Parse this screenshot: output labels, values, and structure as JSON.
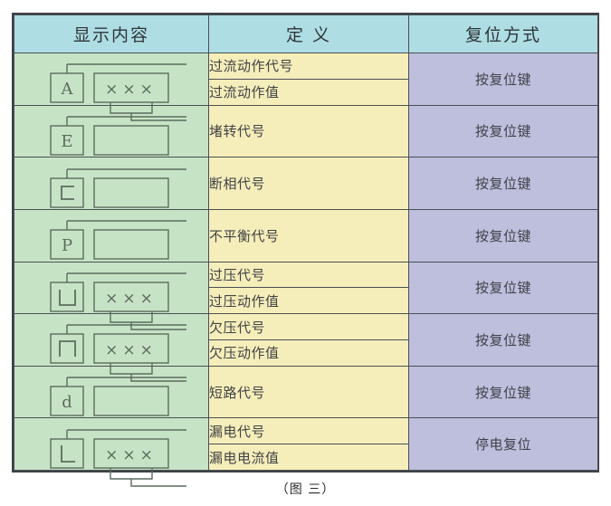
{
  "table": {
    "headers": {
      "display": "显示内容",
      "definition": "定 义",
      "reset": "复位方式"
    },
    "rows": [
      {
        "glyph": "A",
        "has_digits": true,
        "has_bottom_bracket": true,
        "definitions": [
          "过流动作代号",
          "过流动作值"
        ],
        "reset": "按复位键"
      },
      {
        "glyph": "E",
        "has_digits": false,
        "has_bottom_bracket": false,
        "definitions": [
          "堵转代号"
        ],
        "reset": "按复位键"
      },
      {
        "glyph": "C",
        "has_digits": false,
        "has_bottom_bracket": false,
        "definitions": [
          "断相代号"
        ],
        "reset": "按复位键"
      },
      {
        "glyph": "P",
        "has_digits": false,
        "has_bottom_bracket": false,
        "definitions": [
          "不平衡代号"
        ],
        "reset": "按复位键"
      },
      {
        "glyph": "U",
        "has_digits": true,
        "has_bottom_bracket": true,
        "definitions": [
          "过压代号",
          "过压动作值"
        ],
        "reset": "按复位键"
      },
      {
        "glyph": "n",
        "has_digits": true,
        "has_bottom_bracket": true,
        "definitions": [
          "欠压代号",
          "欠压动作值"
        ],
        "reset": "按复位键"
      },
      {
        "glyph": "d",
        "has_digits": false,
        "has_bottom_bracket": false,
        "definitions": [
          "短路代号"
        ],
        "reset": "按复位键"
      },
      {
        "glyph": "L",
        "has_digits": true,
        "has_bottom_bracket": true,
        "definitions": [
          "漏电代号",
          "漏电电流值"
        ],
        "reset": "停电复位"
      }
    ],
    "digits_text": "× × ×"
  },
  "caption": "（图 三）",
  "colors": {
    "header_bg": "#aedde4",
    "display_bg": "#c6e4c5",
    "definition_bg": "#f6eeba",
    "reset_bg": "#bebedd",
    "border": "#4a4f55",
    "outer_border": "#3d4248",
    "glyph_stroke": "#5c6b5e"
  }
}
